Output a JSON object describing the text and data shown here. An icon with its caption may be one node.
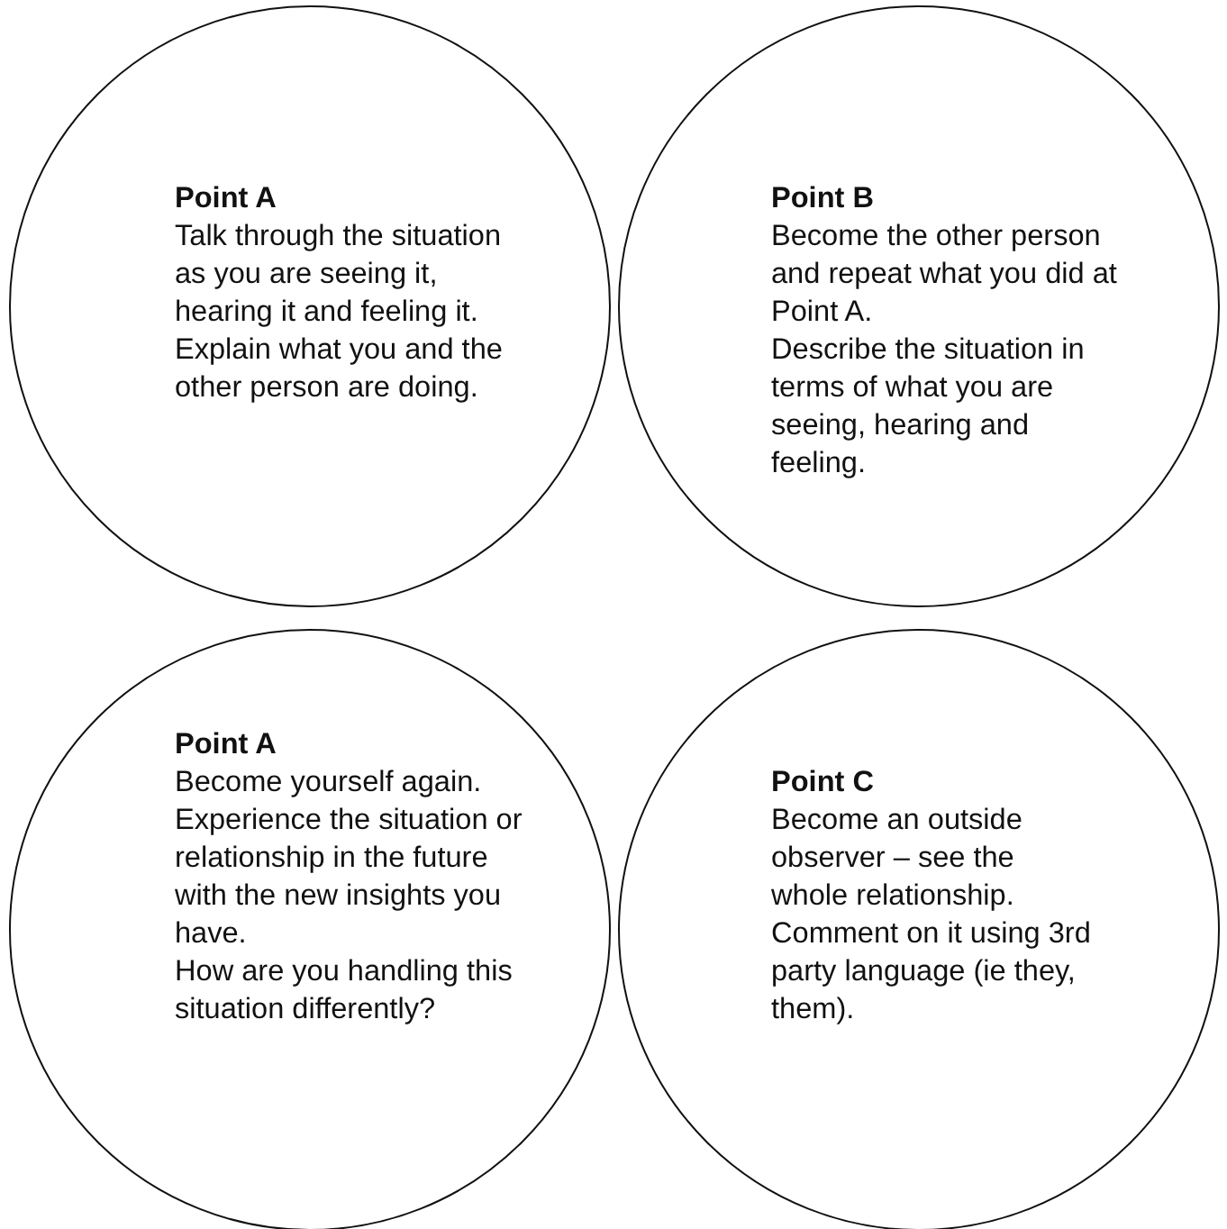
{
  "diagram": {
    "nodes": [
      {
        "text": [
          "Point A",
          "Talk through the situation as you are seeing it, hearing it and feeling it.",
          "Explain what you and the other person are doing."
        ]
      },
      {
        "text": [
          "Point B",
          "Become the other person and repeat what you did at Point A.",
          "Describe the situation in terms of what you are seeing, hearing and feeling."
        ]
      },
      {
        "text": [
          "Point A",
          "Become yourself again.",
          "Experience the situation or relationship in the future with the new insights you have.",
          "How are you handling this situation differently?"
        ]
      },
      {
        "text": [
          "Point C",
          "Become an outside observer – see the whole relationship.",
          "Comment on it using 3rd party language (ie they, them)."
        ]
      }
    ]
  }
}
